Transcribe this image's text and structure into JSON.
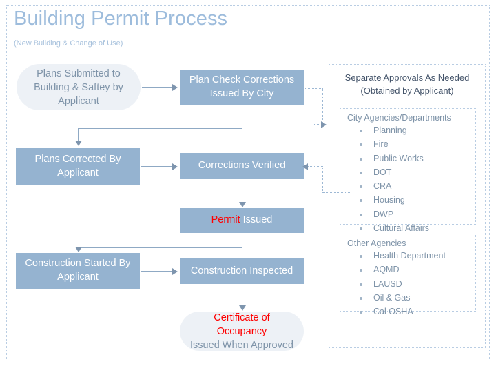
{
  "slide": {
    "title": "Building Permit Process",
    "subtitle": "(New Building & Change of Use)"
  },
  "flow": {
    "nodes": [
      {
        "id": "plans-submitted",
        "label": "Plans Submitted to Building & Saftey by Applicant",
        "shape": "pill"
      },
      {
        "id": "plan-check-corrections",
        "label": "Plan Check Corrections Issued By City",
        "shape": "rect"
      },
      {
        "id": "plans-corrected",
        "label": "Plans Corrected By Applicant",
        "shape": "rect"
      },
      {
        "id": "corrections-verified",
        "label": "Corrections Verified",
        "shape": "rect"
      },
      {
        "id": "permit-issued",
        "label_red": "Permit",
        "label_white": " Issued",
        "shape": "rect"
      },
      {
        "id": "construction-started",
        "label": "Construction Started By Applicant",
        "shape": "rect"
      },
      {
        "id": "construction-inspected",
        "label": "Construction Inspected",
        "shape": "rect"
      },
      {
        "id": "certificate-of-occupancy",
        "label_red": "Certificate of Occupancy",
        "label_grey": "Issued When Approved",
        "shape": "pill"
      }
    ]
  },
  "panel": {
    "heading_line1": "Separate Approvals As Needed",
    "heading_line2": "(Obtained by Applicant)",
    "groups": [
      {
        "id": "city-agencies",
        "title": "City Agencies/Departments",
        "items": [
          "Planning",
          "Fire",
          "Public Works",
          "DOT",
          "CRA",
          "Housing",
          "DWP",
          "Cultural Affairs"
        ]
      },
      {
        "id": "other-agencies",
        "title": "Other Agencies",
        "items": [
          "Health Department",
          "AQMD",
          "LAUSD",
          "Oil & Gas",
          "Cal OSHA"
        ]
      }
    ]
  },
  "colors": {
    "box_fill": "#95b3d0",
    "pill_fill": "#edf1f6",
    "title": "#9dbcdc",
    "accent_red": "#ff0000",
    "muted_text": "#7e93a8",
    "panel_heading": "#44546a",
    "connector": "#8fa9c4"
  }
}
